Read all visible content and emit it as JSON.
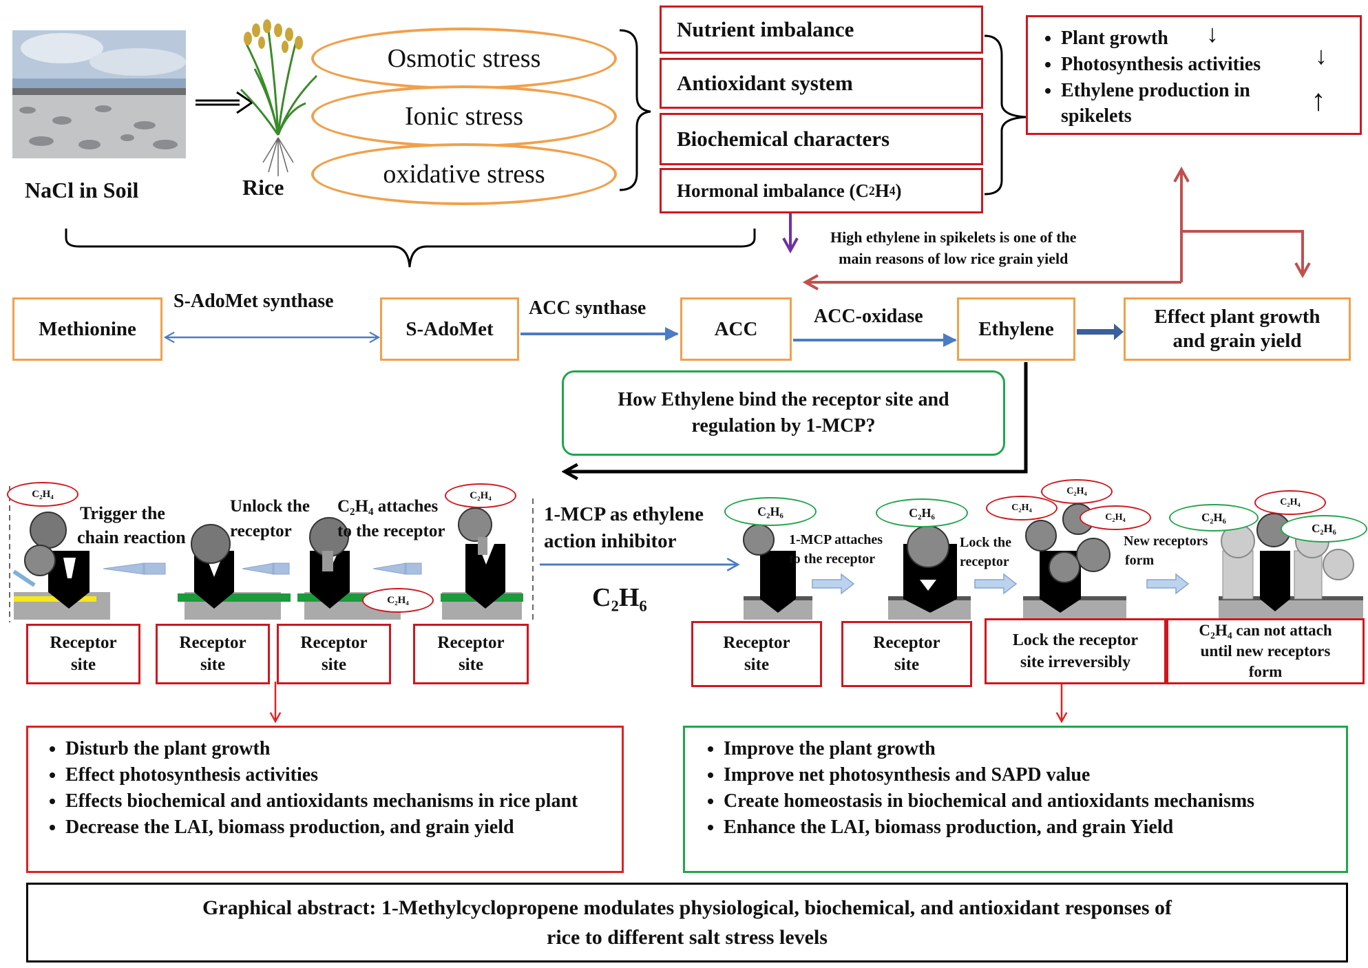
{
  "top": {
    "soil_label": "NaCl in Soil",
    "rice_label": "Rice",
    "stresses": [
      "Osmotic  stress",
      "Ionic stress",
      "oxidative  stress"
    ],
    "effects": [
      "Nutrient imbalance",
      "Antioxidant system",
      "Biochemical characters"
    ],
    "hormonal_prefix": "Hormonal imbalance (C",
    "hormonal_sub1": "2",
    "hormonal_mid": "H",
    "hormonal_sub2": "4",
    "hormonal_suffix": ")",
    "results": [
      "Plant growth",
      "Photosynthesis activities",
      "Ethylene production in spikelets"
    ],
    "result_arrows": [
      "↓",
      "↓",
      "↑"
    ]
  },
  "note": {
    "line1": "High ethylene in spikelets is one of the",
    "line2": "main reasons of low rice grain yield"
  },
  "pathway": {
    "nodes": [
      "Methionine",
      "S-AdoMet",
      "ACC",
      "Ethylene"
    ],
    "enzymes": [
      "S-AdoMet synthase",
      "ACC synthase",
      "ACC-oxidase"
    ],
    "effect_line1": "Effect plant growth",
    "effect_line2": "and grain yield"
  },
  "question": {
    "line1": "How Ethylene bind the receptor site and",
    "line2": "regulation by 1-MCP?"
  },
  "left_mech": {
    "steps": [
      {
        "line1": "Trigger the",
        "line2": "chain reaction"
      },
      {
        "line1": "Unlock the",
        "line2": "receptor"
      },
      {
        "line1": "C₂H₄ attaches",
        "line2": "to the receptor"
      }
    ],
    "molecule": "C₂H₄",
    "receptor_line1": "Receptor",
    "receptor_line2": "site"
  },
  "center": {
    "line1": "1-MCP as ethylene",
    "line2": "action inhibitor",
    "formula": "C₂H₆"
  },
  "right_mech": {
    "molecule_green": "C₂H₆",
    "molecule_red": "C₂H₄",
    "steps": [
      {
        "line1": "1-MCP attaches",
        "line2": "to the receptor"
      },
      {
        "line1": "Lock the",
        "line2": "receptor"
      },
      {
        "line1": "New receptors",
        "line2": "form"
      }
    ],
    "boxes": [
      {
        "line1": "Receptor",
        "line2": "site"
      },
      {
        "line1": "Receptor",
        "line2": "site"
      },
      {
        "line1": "Lock the receptor",
        "line2": "site irreversibly"
      },
      {
        "line1": "C₂H₄  can not attach",
        "line2": "until  new receptors",
        "line3": "form"
      }
    ]
  },
  "bottom_left": [
    "Disturb the plant growth",
    "Effect photosynthesis activities",
    "Effects biochemical and antioxidants mechanisms in rice plant",
    "Decrease the LAI, biomass production, and grain yield"
  ],
  "bottom_right": [
    "Improve the plant growth",
    "Improve net photosynthesis and SAPD value",
    "Create homeostasis in biochemical and antioxidants mechanisms",
    "Enhance the LAI, biomass production, and grain Yield"
  ],
  "caption": {
    "line1": "Graphical abstract: 1-Methylcyclopropene modulates physiological, biochemical, and antioxidant responses of",
    "line2": "rice to different salt stress levels"
  }
}
